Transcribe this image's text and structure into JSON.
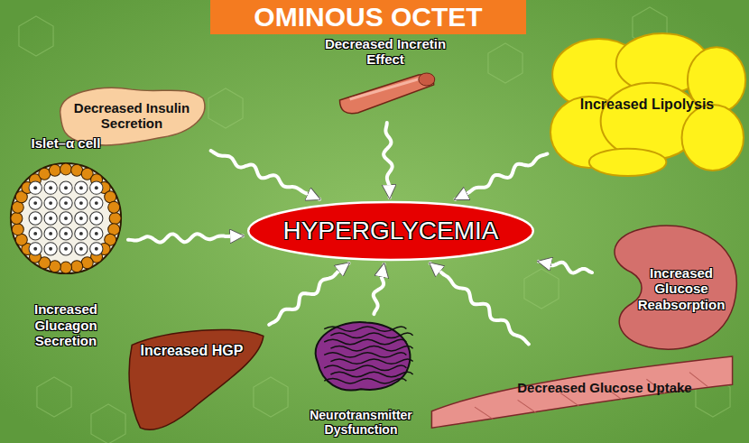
{
  "diagram": {
    "title": "OMINOUS OCTET",
    "nodes": [
      {
        "text": [
          "Decreased Insulin Secretion"
        ]
      },
      {
        "text": [
          "Decreased Incretin Effect"
        ]
      },
      {
        "text": [
          "Increased Lipolysis"
        ]
      },
      {
        "text": [
          "Islet–α cell",
          "Increased Glucagon Secretion"
        ]
      },
      {
        "text": [
          "HYPERGLYCEMIA"
        ]
      },
      {
        "text": [
          "Increased Glucose Reabsorption"
        ]
      },
      {
        "text": [
          "Increased HGP"
        ]
      },
      {
        "text": [
          "Neurotransmitter Dysfunction"
        ]
      },
      {
        "text": [
          "Decreased Glucose Uptake"
        ]
      }
    ],
    "edges": [
      {
        "from": 0,
        "to": 4,
        "arrow": "to"
      },
      {
        "from": 1,
        "to": 4,
        "arrow": "to"
      },
      {
        "from": 2,
        "to": 4,
        "arrow": "to"
      },
      {
        "from": 3,
        "to": 4,
        "arrow": "to"
      },
      {
        "from": 5,
        "to": 4,
        "arrow": "to"
      },
      {
        "from": 6,
        "to": 4,
        "arrow": "to"
      },
      {
        "from": 7,
        "to": 4,
        "arrow": "to"
      },
      {
        "from": 8,
        "to": 4,
        "arrow": "to"
      }
    ]
  }
}
